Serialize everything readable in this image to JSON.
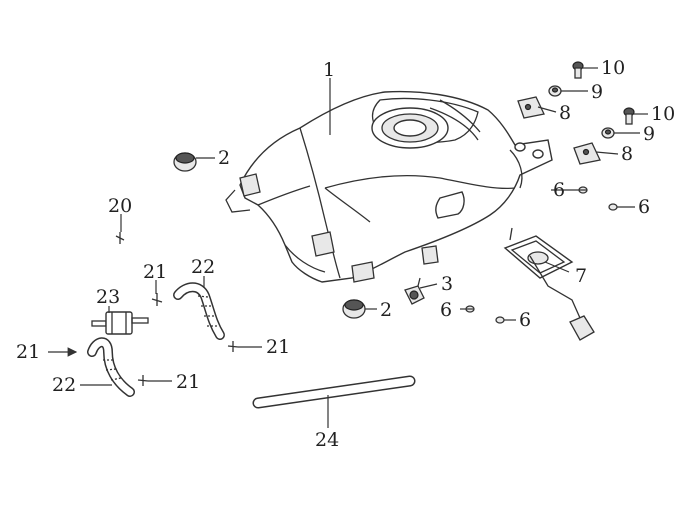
{
  "callouts": {
    "c1": "1",
    "c2a": "2",
    "c2b": "2",
    "c3": "3",
    "c6a": "6",
    "c6b": "6",
    "c6c": "6",
    "c6d": "6",
    "c7": "7",
    "c8a": "8",
    "c8b": "8",
    "c9a": "9",
    "c9b": "9",
    "c10a": "10",
    "c10b": "10",
    "c20": "20",
    "c21a": "21",
    "c21b": "21",
    "c21c": "21",
    "c21d": "21",
    "c22a": "22",
    "c22b": "22",
    "c23": "23",
    "c24": "24"
  }
}
